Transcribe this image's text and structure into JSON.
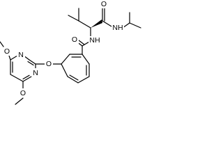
{
  "structure": {
    "atoms": {
      "o_ether_top": "O",
      "n_ring_left": "N",
      "n_ring_bottom": "N",
      "o_ether_link": "O",
      "o_ether_bottom": "O",
      "o_amide_right": "O",
      "nh_amide_right": "NH",
      "nh_amide_mid": "NH",
      "o_amide_left": "O"
    },
    "colors": {
      "bond": "#000000",
      "label": "#000000",
      "background": "#ffffff"
    }
  }
}
